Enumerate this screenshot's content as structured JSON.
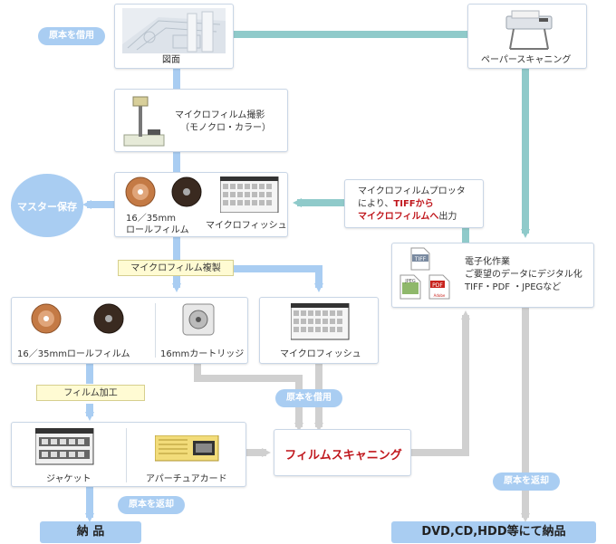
{
  "labels": {
    "original_borrow_1": "原本を借用",
    "drawing": "図面",
    "paper_scanning": "ペーパースキャニング",
    "microfilm_shoot_1": "マイクロフィルム撮影",
    "microfilm_shoot_2": "（モノクロ・カラー）",
    "master_storage": "マスター保存",
    "rollfilm_1": "16／35mm",
    "rollfilm_2": "ロールフィルム",
    "microfiche_1": "マイクロフィッシュ",
    "plotter_1": "マイクロフィルムプロッタ",
    "plotter_2a": "により、",
    "plotter_2b": "TIFFから",
    "plotter_3a": "マイクロフィルムへ",
    "plotter_3b": "出力",
    "digitize_1": "電子化作業",
    "digitize_2": "ご要望のデータにデジタル化",
    "digitize_3": "TIFF・PDF ・JPEGなど",
    "duplicate": "マイクロフィルム複製",
    "rollfilm_dup": "16／35mmロールフィルム",
    "cartridge": "16mmカートリッジ",
    "microfiche_2": "マイクロフィッシュ",
    "original_borrow_2": "原本を借用",
    "film_processing": "フィルム加工",
    "jacket": "ジャケット",
    "aperture_card": "アパーチュアカード",
    "film_scanning": "フィルムスキャニング",
    "return_original_1": "原本を返却",
    "return_original_2": "原本を返却",
    "delivery": "納 品",
    "dvd_delivery": "DVD,CD,HDD等にて納品",
    "icon_tiff": "TIFF",
    "icon_jpeg": "JPEG",
    "icon_pdf": "PDF",
    "icon_adobe": "Adobe"
  },
  "colors": {
    "blue_arrow": "#a9cdf2",
    "teal_arrow": "#8fcaca",
    "gray_arrow": "#d0d0d0",
    "accent_red": "#c0171d"
  }
}
